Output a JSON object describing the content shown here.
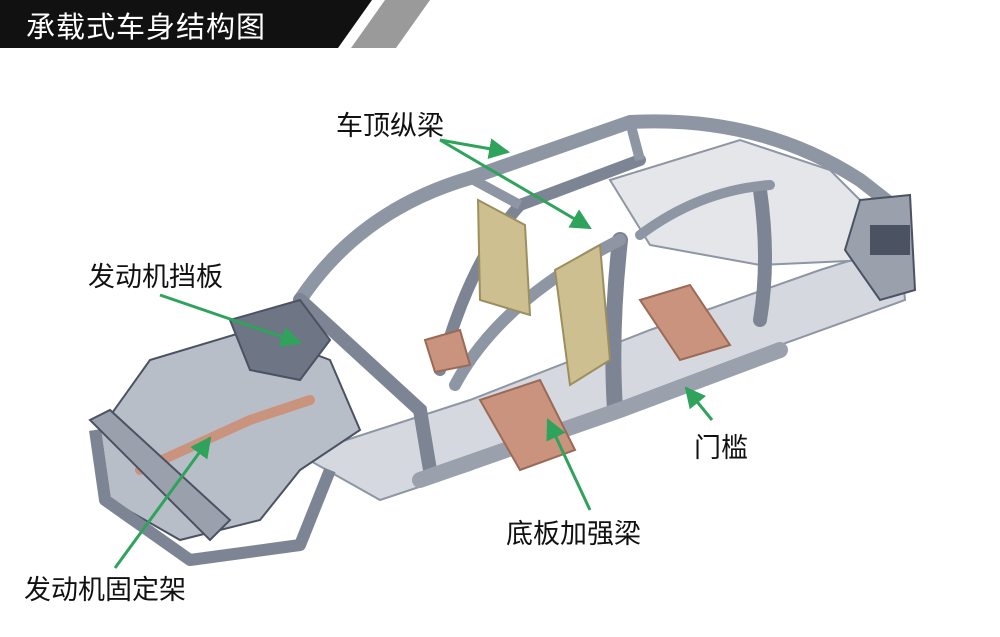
{
  "title": "承载式车身结构图",
  "colors": {
    "title_bg": "#111111",
    "title_stripe": "#9a9a9a",
    "arrow": "#2fa35c",
    "frame": "#8e96a4",
    "frame_dark": "#4b5262",
    "reinforcement_tan": "#cdbf8f",
    "reinforcement_copper": "#c9937e"
  },
  "callouts": {
    "roof_rail": "车顶纵梁",
    "firewall": "发动机挡板",
    "door_sill": "门槛",
    "floor_beam": "底板加强梁",
    "engine_mount": "发动机固定架"
  }
}
